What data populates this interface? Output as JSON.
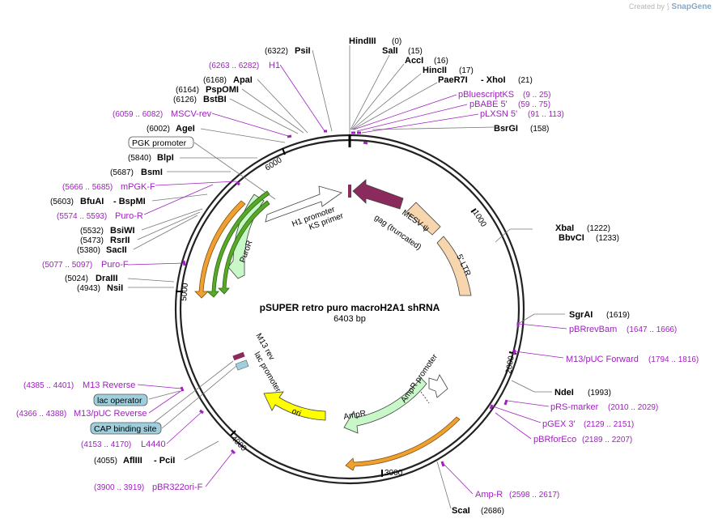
{
  "credit": {
    "prefix": "Created by",
    "brand": "SnapGene"
  },
  "title": "pSUPER retro puro macroH2A1 shRNA",
  "length": "6403 bp",
  "colors": {
    "primer": "#a020c0",
    "boxed": "#9fcfdc",
    "orange": "#f0a030",
    "green": "#5aa82a",
    "mesv": "#8b2a5c",
    "ltr": "#f7d6ae",
    "promoter": "#ffffff",
    "ampr": "#c8f7c8",
    "ori": "#ffff00"
  },
  "ticks": [
    "1000",
    "2000",
    "3000",
    "4000",
    "5000",
    "6000"
  ],
  "enzymes": [
    {
      "id": "hindiii",
      "name": "HindIII",
      "pos": "(0)"
    },
    {
      "id": "sali",
      "name": "SalI",
      "pos": "(15)"
    },
    {
      "id": "acci",
      "name": "AccI",
      "pos": "(16)"
    },
    {
      "id": "hincii",
      "name": "HincII",
      "pos": "(17)"
    },
    {
      "id": "paer7i",
      "name": "PaeR7I",
      "pos": "(21)",
      "name2": "XhoI"
    },
    {
      "id": "bsrgi",
      "name": "BsrGI",
      "pos": "(158)"
    },
    {
      "id": "xbai",
      "name": "XbaI",
      "pos": "(1222)"
    },
    {
      "id": "bbvci",
      "name": "BbvCI",
      "pos": "(1233)"
    },
    {
      "id": "sgrai",
      "name": "SgrAI",
      "pos": "(1619)"
    },
    {
      "id": "ndei",
      "name": "NdeI",
      "pos": "(1993)"
    },
    {
      "id": "scai",
      "name": "ScaI",
      "pos": "(2686)"
    },
    {
      "id": "aflIII",
      "name": "AflIII",
      "pos": "(4055)",
      "name2": "PciI"
    },
    {
      "id": "nsii",
      "name": "NsiI",
      "pos": "(4943)"
    },
    {
      "id": "draiii",
      "name": "DraIII",
      "pos": "(5024)"
    },
    {
      "id": "sacii",
      "name": "SacII",
      "pos": "(5380)"
    },
    {
      "id": "rsrii",
      "name": "RsrII",
      "pos": "(5473)"
    },
    {
      "id": "bsiwi",
      "name": "BsiWI",
      "pos": "(5532)"
    },
    {
      "id": "bfuai",
      "name": "BfuAI",
      "pos": "(5603)",
      "name2": "BspMI"
    },
    {
      "id": "bsmi",
      "name": "BsmI",
      "pos": "(5687)"
    },
    {
      "id": "blpi",
      "name": "BlpI",
      "pos": "(5840)"
    },
    {
      "id": "agei",
      "name": "AgeI",
      "pos": "(6002)"
    },
    {
      "id": "bstbi",
      "name": "BstBI",
      "pos": "(6126)"
    },
    {
      "id": "pspomi",
      "name": "PspOMI",
      "pos": "(6164)"
    },
    {
      "id": "apai",
      "name": "ApaI",
      "pos": "(6168)"
    },
    {
      "id": "psii",
      "name": "PsiI",
      "pos": "(6322)"
    }
  ],
  "primers": [
    {
      "id": "pbluescriptks",
      "name": "pBluescriptKS",
      "pos": "(9 .. 25)"
    },
    {
      "id": "pbabe5",
      "name": "pBABE 5'",
      "pos": "(59 .. 75)"
    },
    {
      "id": "plxsn5",
      "name": "pLXSN 5'",
      "pos": "(91 .. 113)"
    },
    {
      "id": "pbrrevbam",
      "name": "pBRrevBam",
      "pos": "(1647 .. 1666)"
    },
    {
      "id": "m13puc-fwd",
      "name": "M13/pUC Forward",
      "pos": "(1794 .. 1816)"
    },
    {
      "id": "prs-marker",
      "name": "pRS-marker",
      "pos": "(2010 .. 2029)"
    },
    {
      "id": "pgex3",
      "name": "pGEX 3'",
      "pos": "(2129 .. 2151)"
    },
    {
      "id": "pbrforeco",
      "name": "pBRforEco",
      "pos": "(2189 .. 2207)"
    },
    {
      "id": "amp-r",
      "name": "Amp-R",
      "pos": "(2598 .. 2617)"
    },
    {
      "id": "pbr322ori-f",
      "name": "pBR322ori-F",
      "pos": "(3900 .. 3919)"
    },
    {
      "id": "l4440",
      "name": "L4440",
      "pos": "(4153 .. 4170)"
    },
    {
      "id": "m13puc-rev",
      "name": "M13/pUC Reverse",
      "pos": "(4366 .. 4388)"
    },
    {
      "id": "m13-reverse",
      "name": "M13 Reverse",
      "pos": "(4385 .. 4401)"
    },
    {
      "id": "puro-f",
      "name": "Puro-F",
      "pos": "(5077 .. 5097)"
    },
    {
      "id": "puro-r",
      "name": "Puro-R",
      "pos": "(5574 .. 5593)"
    },
    {
      "id": "mpgk-f",
      "name": "mPGK-F",
      "pos": "(5666 .. 5685)"
    },
    {
      "id": "mscv-rev",
      "name": "MSCV-rev",
      "pos": "(6059 .. 6082)"
    },
    {
      "id": "h1",
      "name": "H1",
      "pos": "(6263 .. 6282)"
    }
  ],
  "boxed_features": {
    "pgk": "PGK promoter",
    "lac_operator": "lac operator",
    "cap": "CAP binding site"
  },
  "features": {
    "mesv": "MESV ψ",
    "gag": "gag (truncated)",
    "ltr": "5' LTR",
    "h1_promoter": "H1 promoter",
    "ks_primer": "KS primer",
    "puror": "PuroR",
    "m13_rev": "M13 rev",
    "lac_promoter": "lac promoter",
    "ori": "ori",
    "ampr": "AmpR",
    "ampr_promoter": "AmpR promoter"
  }
}
